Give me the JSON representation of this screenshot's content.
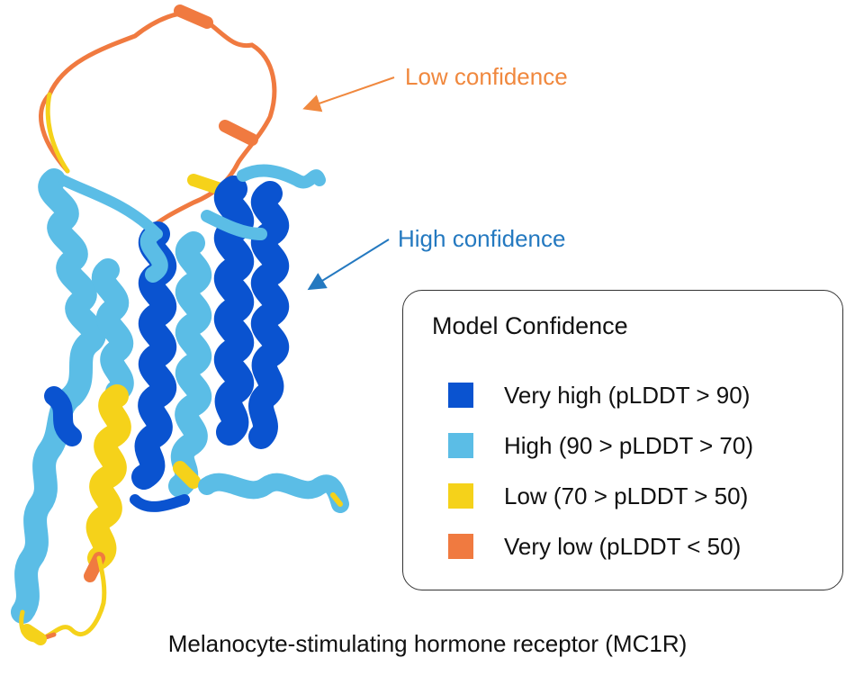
{
  "annotations": {
    "low": "Low confidence",
    "high": "High confidence"
  },
  "legend": {
    "title": "Model Confidence",
    "items": [
      {
        "label": "Very high (pLDDT > 90)",
        "color": "#0a53d0"
      },
      {
        "label": "High (90 > pLDDT > 70)",
        "color": "#5bbde6"
      },
      {
        "label": "Low (70 > pLDDT > 50)",
        "color": "#f5d21a"
      },
      {
        "label": "Very low (pLDDT < 50)",
        "color": "#f07a40"
      }
    ]
  },
  "caption": "Melanocyte-stimulating hormone receptor (MC1R)",
  "colors": {
    "very_high": "#0a53d0",
    "high": "#5bbde6",
    "low": "#f5d21a",
    "very_low": "#f07a40",
    "annotation_low": "#f0883e",
    "annotation_high": "#2479c0"
  }
}
